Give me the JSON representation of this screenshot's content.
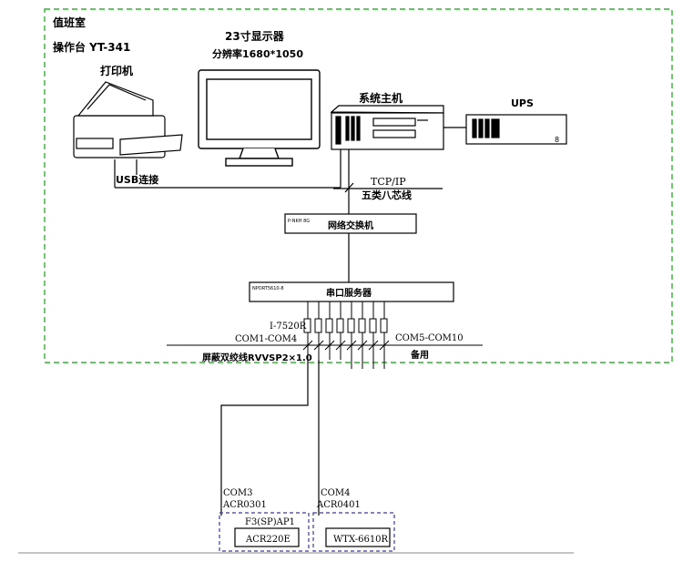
{
  "room": {
    "title": "值班室",
    "console": "操作台 YT-341"
  },
  "printer": {
    "label": "打印机",
    "connection": "USB连接"
  },
  "monitor": {
    "title": "23寸显示器",
    "resolution": "分辨率1680*1050"
  },
  "host": {
    "label": "系统主机"
  },
  "ups": {
    "label": "UPS",
    "mark": "8"
  },
  "network": {
    "protocol": "TCP/IP",
    "cable": "五类八芯线"
  },
  "switch": {
    "model": "P-NKH 8G",
    "label": "网络交换机"
  },
  "serial_server": {
    "model": "NPORT5610-8",
    "label": "串口服务器"
  },
  "ports": {
    "group_label": "I-7520R",
    "left_range": "COM1-COM4",
    "right_range": "COM5-COM10",
    "cable": "屏蔽双绞线RVVSP2×1.0",
    "spare": "备用"
  },
  "devices": [
    {
      "com": "COM3",
      "address": "ACR0301",
      "name": "F3(SP)AP1",
      "model": "ACR220E"
    },
    {
      "com": "COM4",
      "address": "ACR0401",
      "name": "",
      "model": "WTX-6610R"
    }
  ],
  "colors": {
    "room_border": "#2fb52f",
    "device_border": "#3a3a9c",
    "line": "#000000"
  }
}
